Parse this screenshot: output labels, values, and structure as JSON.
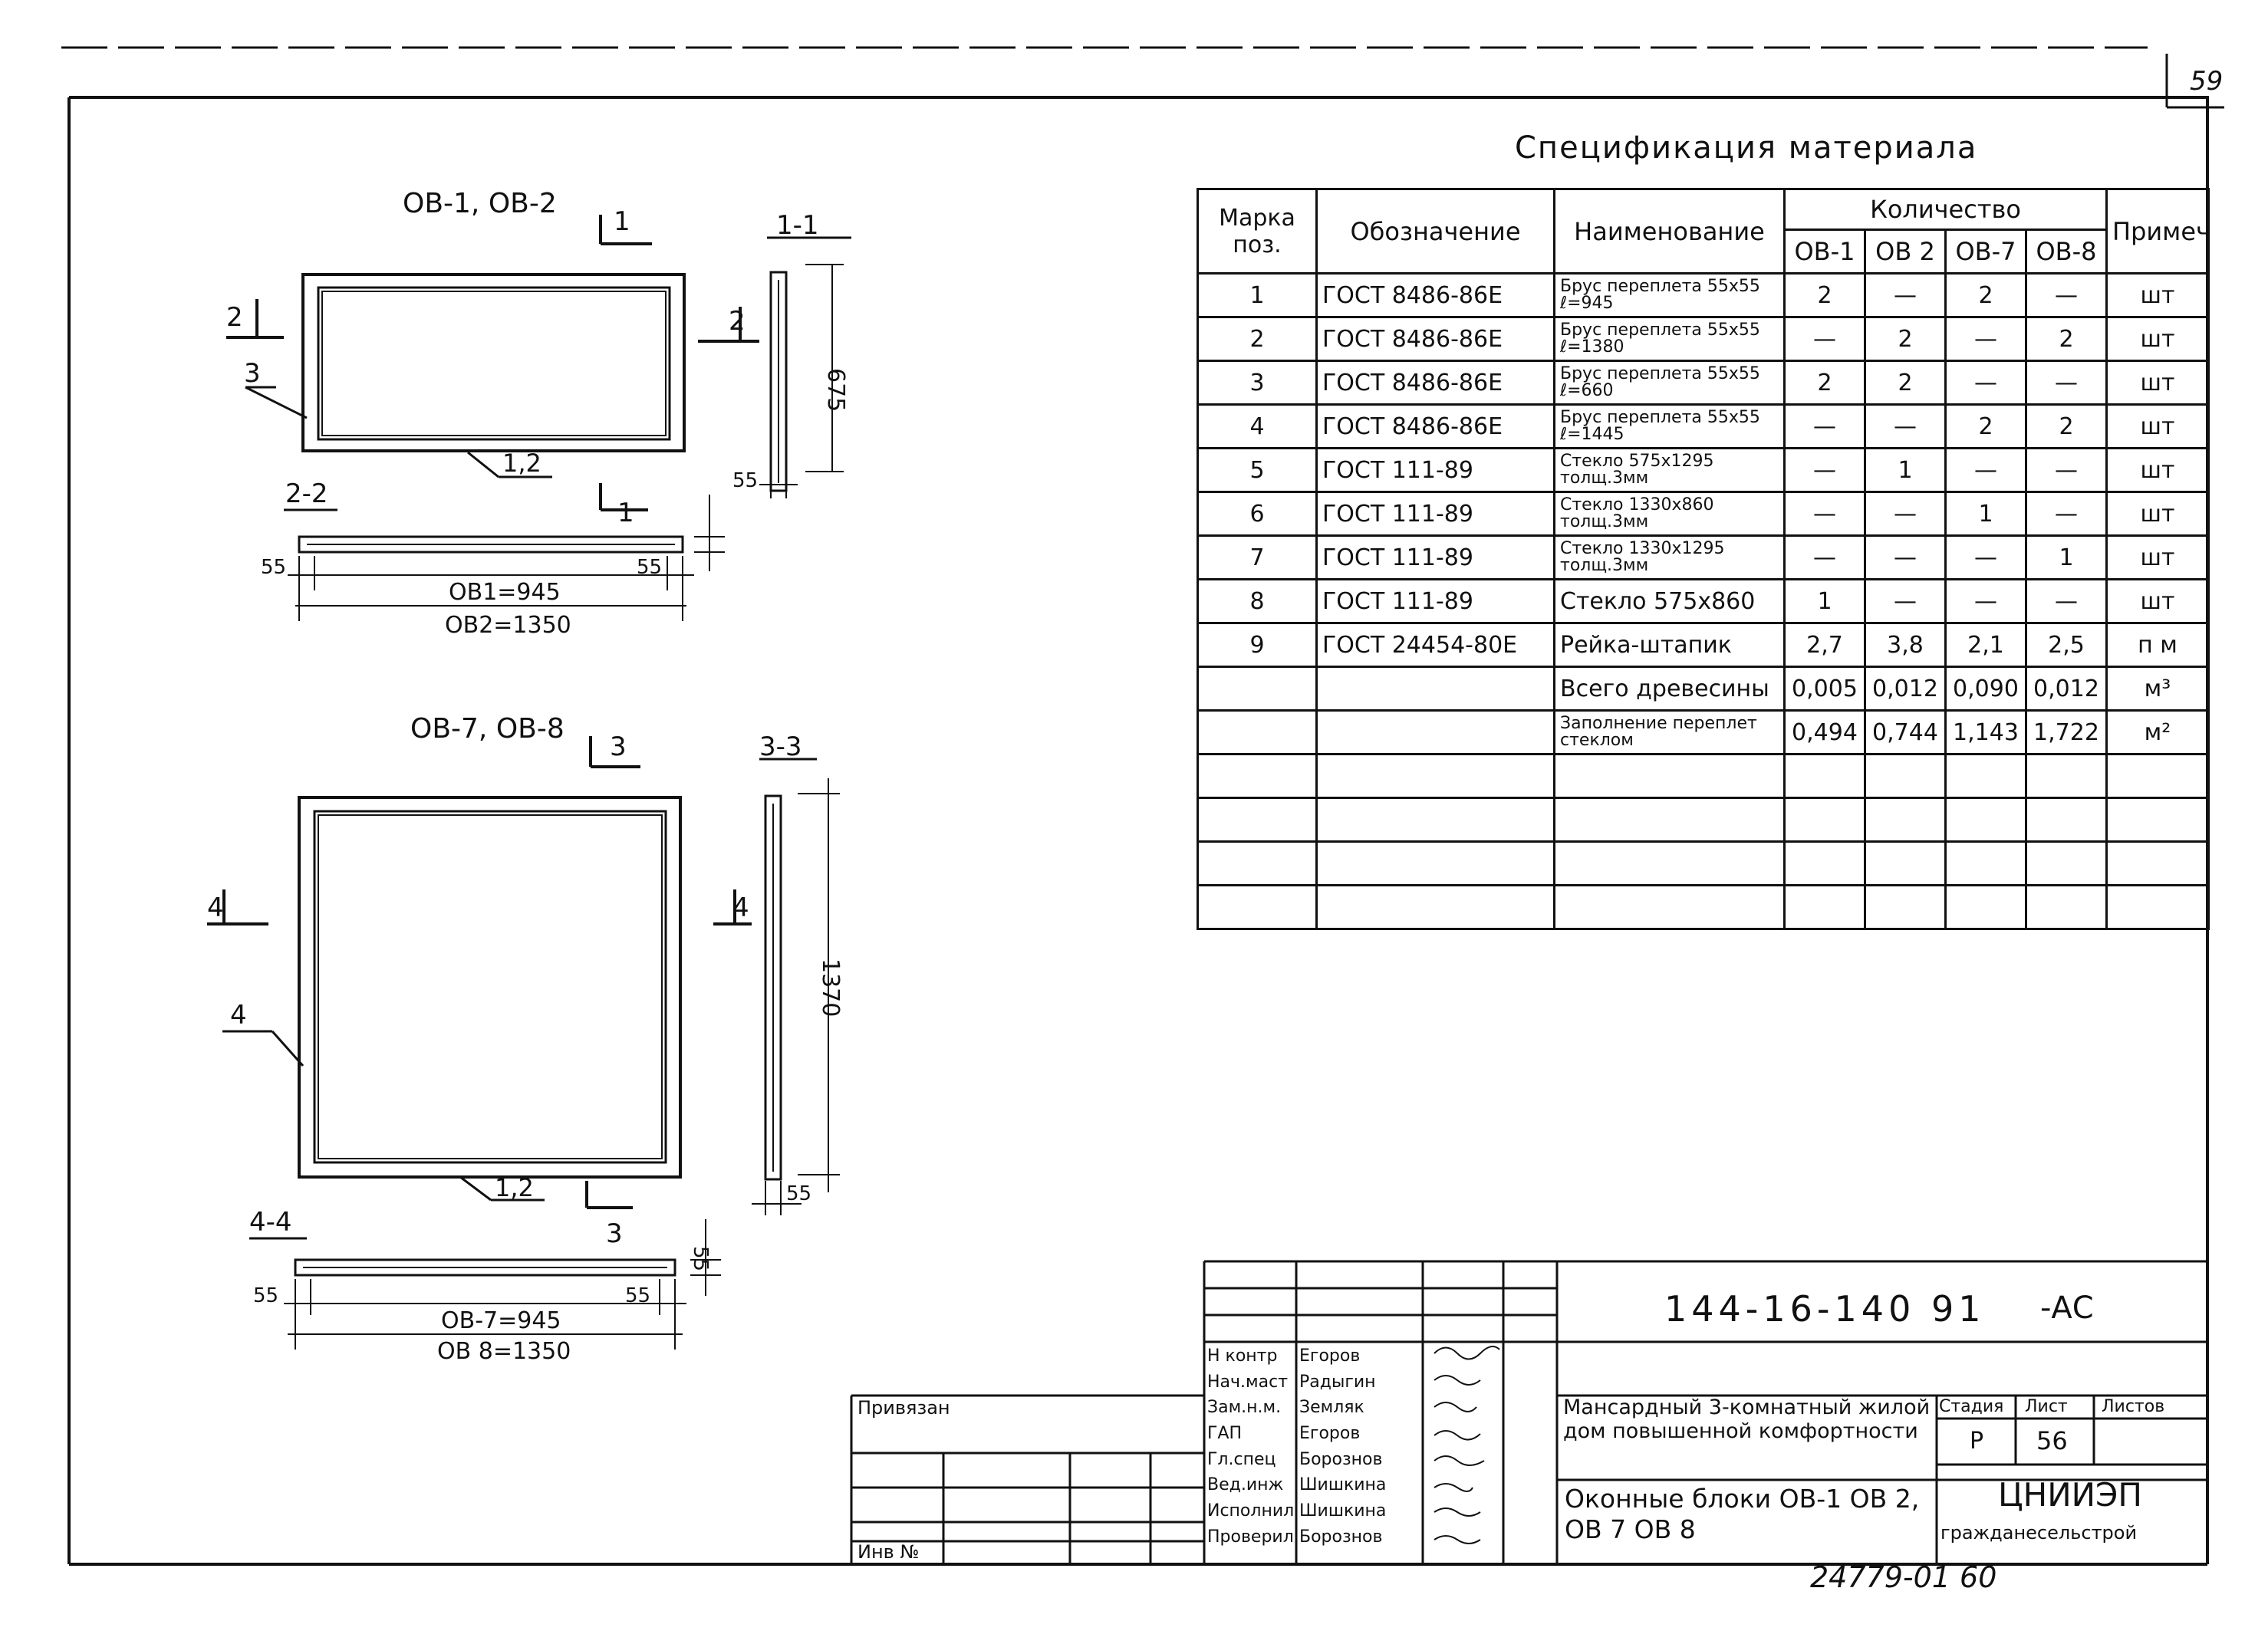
{
  "page_number": "59",
  "spec": {
    "title": "Спецификация материала",
    "headers": {
      "mark": "Марка поз.",
      "designation": "Обозначение",
      "name": "Наименование",
      "quantity": "Количество",
      "q1": "ОВ-1",
      "q2": "ОВ 2",
      "q3": "ОВ-7",
      "q4": "ОВ-8",
      "note": "Примеч"
    },
    "rows": [
      {
        "mark": "1",
        "designation": "ГОСТ 8486-86Е",
        "name": "Брус переплета 55х55 ℓ=945",
        "q1": "2",
        "q2": "—",
        "q3": "2",
        "q4": "—",
        "note": "шт"
      },
      {
        "mark": "2",
        "designation": "ГОСТ 8486-86Е",
        "name": "Брус переплета 55х55 ℓ=1380",
        "q1": "—",
        "q2": "2",
        "q3": "—",
        "q4": "2",
        "note": "шт"
      },
      {
        "mark": "3",
        "designation": "ГОСТ 8486-86Е",
        "name": "Брус переплета 55х55 ℓ=660",
        "q1": "2",
        "q2": "2",
        "q3": "—",
        "q4": "—",
        "note": "шт"
      },
      {
        "mark": "4",
        "designation": "ГОСТ 8486-86Е",
        "name": "Брус переплета 55х55 ℓ=1445",
        "q1": "—",
        "q2": "—",
        "q3": "2",
        "q4": "2",
        "note": "шт"
      },
      {
        "mark": "5",
        "designation": "ГОСТ 111-89",
        "name": "Стекло 575х1295 толщ.3мм",
        "q1": "—",
        "q2": "1",
        "q3": "—",
        "q4": "—",
        "note": "шт"
      },
      {
        "mark": "6",
        "designation": "ГОСТ 111-89",
        "name": "Стекло 1330х860 толщ.3мм",
        "q1": "—",
        "q2": "—",
        "q3": "1",
        "q4": "—",
        "note": "шт"
      },
      {
        "mark": "7",
        "designation": "ГОСТ 111-89",
        "name": "Стекло 1330х1295 толщ.3мм",
        "q1": "—",
        "q2": "—",
        "q3": "—",
        "q4": "1",
        "note": "шт"
      },
      {
        "mark": "8",
        "designation": "ГОСТ 111-89",
        "name": "Стекло 575х860",
        "q1": "1",
        "q2": "—",
        "q3": "—",
        "q4": "—",
        "note": "шт"
      },
      {
        "mark": "9",
        "designation": "ГОСТ 24454-80Е",
        "name": "Рейка-штапик",
        "q1": "2,7",
        "q2": "3,8",
        "q3": "2,1",
        "q4": "2,5",
        "note": "п м"
      },
      {
        "mark": "",
        "designation": "",
        "name": "Всего древесины",
        "q1": "0,005",
        "q2": "0,012",
        "q3": "0,090",
        "q4": "0,012",
        "note": "м³"
      },
      {
        "mark": "",
        "designation": "",
        "name": "Заполнение переплет стеклом",
        "q1": "0,494",
        "q2": "0,744",
        "q3": "1,143",
        "q4": "1,722",
        "note": "м²"
      }
    ],
    "empty_rows": 4
  },
  "drawing1": {
    "title": "ОВ-1, ОВ-2",
    "section_a": "1-1",
    "section_a_mark": "1",
    "section_b": "2-2",
    "section_b_mark": "2",
    "pos_3": "3",
    "pos_12": "1,2",
    "dim_height": "675",
    "dim_55": "55",
    "dim_w1": "ОВ1=945",
    "dim_w2": "ОВ2=1350"
  },
  "drawing2": {
    "title": "ОВ-7, ОВ-8",
    "section_a": "3-3",
    "section_a_mark": "3",
    "section_b": "4-4",
    "section_b_mark": "4",
    "pos_4": "4",
    "pos_12": "1,2",
    "dim_height": "1370",
    "dim_55": "55",
    "dim_w1": "ОВ-7=945",
    "dim_w2": "ОВ 8=1350"
  },
  "titleblock": {
    "doc_code": "144-16-140 91",
    "doc_suffix": "-АС",
    "project": "Мансардный 3-комнатный жилой дом повышенной комфортности",
    "sheet_title": "Оконные блоки ОВ-1 ОВ 2, ОВ 7 ОВ 8",
    "stage_label": "Стадия",
    "sheet_label": "Лист",
    "sheets_label": "Листов",
    "stage": "Р",
    "sheet": "56",
    "sheets": "",
    "org": "ЦНИИЭП",
    "org_sub": "гражданесельстрой",
    "bound_label": "Привязан",
    "inv_label": "Инв №",
    "signatures": [
      {
        "role": "Н контр",
        "name": "Егоров"
      },
      {
        "role": "Нач.маст",
        "name": "Радыгин"
      },
      {
        "role": "Зам.н.м.",
        "name": "Земляк"
      },
      {
        "role": "ГАП",
        "name": "Егоров"
      },
      {
        "role": "Гл.спец",
        "name": "Борознов"
      },
      {
        "role": "Вед.инж",
        "name": "Шишкина"
      },
      {
        "role": "Исполнил",
        "name": "Шишкина"
      },
      {
        "role": "Проверил",
        "name": "Борознов"
      }
    ],
    "archive_number": "24779-01 60"
  }
}
